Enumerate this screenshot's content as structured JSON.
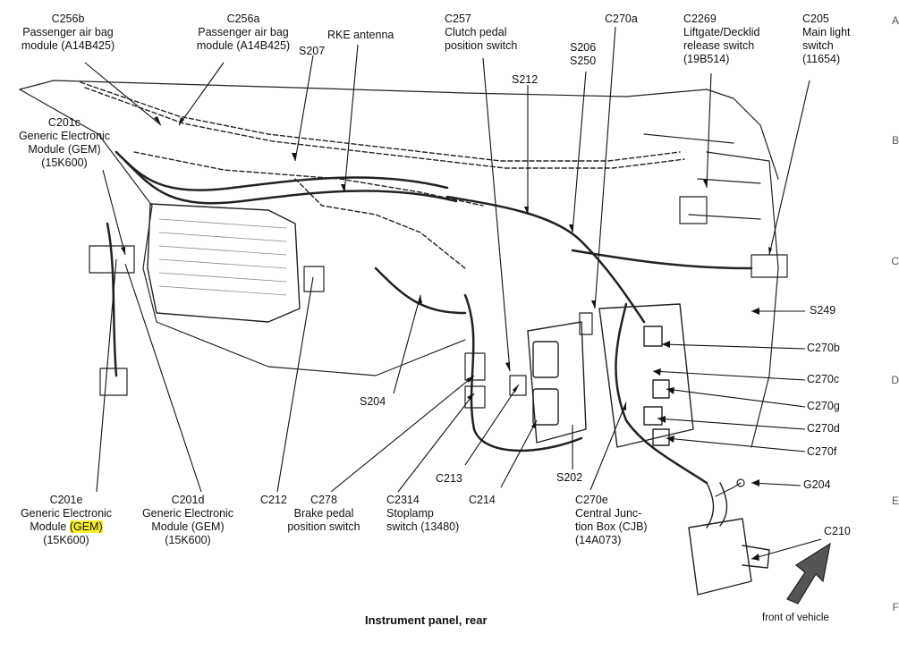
{
  "caption": "Instrument panel, rear",
  "front_label": "front of vehicle",
  "highlight_color": "#f7f02a",
  "labels": {
    "c256b": [
      "C256b",
      "Passenger air bag",
      "module (A14B425)"
    ],
    "c256a": [
      "C256a",
      "Passenger air bag",
      "module (A14B425)"
    ],
    "s207": [
      "S207"
    ],
    "rke": [
      "RKE antenna"
    ],
    "c257": [
      "C257",
      "Clutch pedal",
      "position switch"
    ],
    "s212": [
      "S212"
    ],
    "s206": [
      "S206",
      "S250"
    ],
    "c270a": [
      "C270a"
    ],
    "c2269": [
      "C2269",
      "Liftgate/Decklid",
      "release switch",
      "(19B514)"
    ],
    "c205": [
      "C205",
      "Main light",
      "switch",
      "(11654)"
    ],
    "c201c": [
      "C201c",
      "Generic Electronic",
      "Module (GEM)",
      "(15K600)"
    ],
    "s249": [
      "S249"
    ],
    "c270b": [
      "C270b"
    ],
    "c270c": [
      "C270c"
    ],
    "c270g": [
      "C270g"
    ],
    "c270d": [
      "C270d"
    ],
    "c270f": [
      "C270f"
    ],
    "s204": [
      "S204"
    ],
    "g204": [
      "G204"
    ],
    "c210": [
      "C210"
    ],
    "c201e": [
      "C201e",
      "Generic Electronic",
      "Module ",
      "(GEM)",
      "(15K600)"
    ],
    "c201d": [
      "C201d",
      "Generic Electronic",
      "Module (GEM)",
      "(15K600)"
    ],
    "c212": [
      "C212"
    ],
    "c278": [
      "C278",
      "Brake pedal",
      "position switch"
    ],
    "c2314": [
      "C2314",
      "Stoplamp",
      "switch (13480)"
    ],
    "c213": [
      "C213"
    ],
    "c214": [
      "C214"
    ],
    "s202": [
      "S202"
    ],
    "c270e": [
      "C270e",
      "Central Junc-",
      "tion Box (CJB)",
      "(14A073)"
    ]
  },
  "edge_letters": [
    "A",
    "B",
    "C",
    "D",
    "E",
    "F"
  ]
}
